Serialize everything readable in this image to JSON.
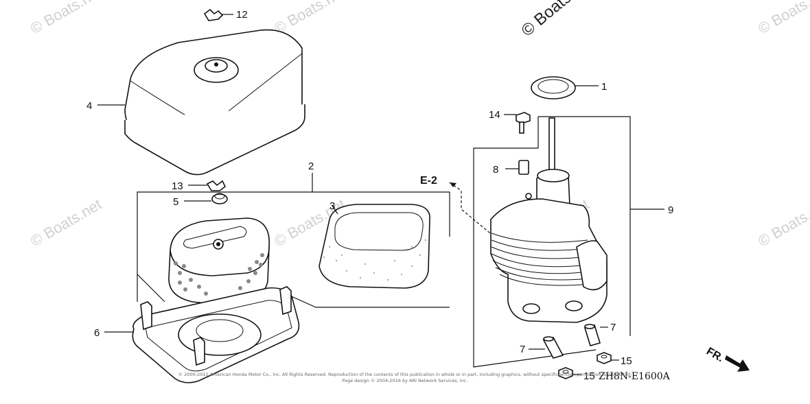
{
  "diagram": {
    "section_ref": "E-2",
    "drawing_code": "ZH8N-E1600A",
    "direction_label": "FR.",
    "watermark_text": "© Boats.net",
    "copyright_lines": [
      "© 2000-2011 American Honda Motor Co., Inc. All Rights Reserved. Reproduction of the contents of this publication in whole or in part, including graphics, without specific written permission is prohibited.",
      "Page design © 2004-2016 by ARI Network Services, Inc."
    ],
    "callouts": {
      "p1": "1",
      "p2": "2",
      "p3": "3",
      "p4": "4",
      "p5": "5",
      "p6": "6",
      "p7a": "7",
      "p7b": "7",
      "p8": "8",
      "p9": "9",
      "p12": "12",
      "p13": "13",
      "p14": "14",
      "p15a": "15",
      "p15b": "15"
    }
  }
}
